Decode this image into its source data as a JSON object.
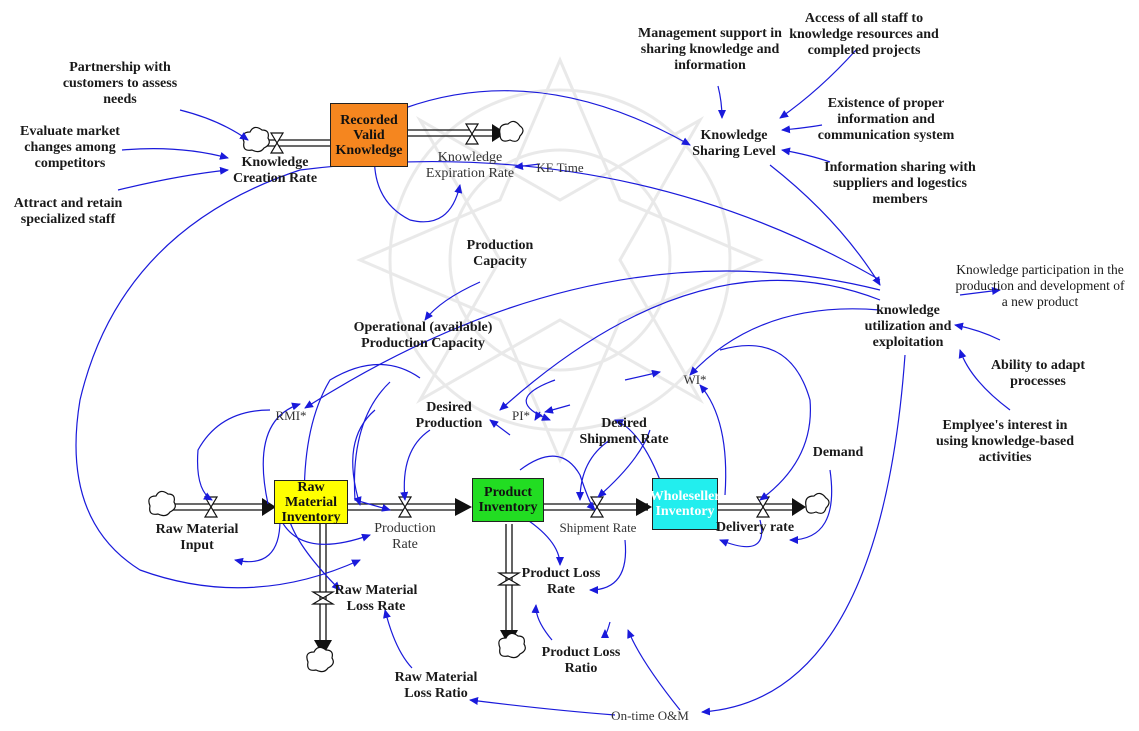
{
  "stocks": {
    "recorded": {
      "label": "Recorded Valid Knowledge",
      "color": "#f5861f"
    },
    "raw": {
      "label": "Raw Material Inventory",
      "color": "#ffff00"
    },
    "product": {
      "label": "Product Inventory",
      "color": "#22dd22"
    },
    "wholeseller": {
      "label": "Wholeseller Inventory",
      "color": "#22eeee"
    }
  },
  "variables": {
    "partnership": "Partnership with customers to assess needs",
    "evaluate_market": "Evaluate market changes among competitors",
    "attract_staff": "Attract and retain specialized staff",
    "knowledge_creation_rate": "Knowledge Creation Rate",
    "knowledge_expiration_rate": "Knowledge Expiration Rate",
    "ke_time": "KE Time",
    "management_support": "Management support in sharing knowledge and information",
    "access_staff": "Access of all staff to knowledge resources and completed projects",
    "knowledge_sharing_level": "Knowledge Sharing Level",
    "existence_info": "Existence of proper information and communication system",
    "info_sharing": "Information sharing with suppliers and logestics members",
    "production_capacity": "Production Capacity",
    "operational_capacity": "Operational (available) Production Capacity",
    "knowledge_participation": "Knowledge participation in the production and development of a new product",
    "knowledge_utilization": "knowledge utilization and exploitation",
    "ability_adapt": "Ability to adapt processes",
    "employee_interest": "Emplyee's interest in using knowledge-based activities",
    "wi": "WI*",
    "rmi": "RMI*",
    "pi": "PI*",
    "desired_production": "Desired Production",
    "desired_shipment": "Desired Shipment Rate",
    "demand": "Demand",
    "raw_material_input": "Raw Material Input",
    "production_rate": "Production Rate",
    "shipment_rate": "Shipment Rate",
    "delivery_rate": "Delivery rate",
    "raw_material_loss_rate": "Raw Material Loss Rate",
    "product_loss_rate": "Product Loss Rate",
    "product_loss_ratio": "Product Loss Ratio",
    "raw_material_loss_ratio": "Raw Material Loss Ratio",
    "ontime_om": "On-time O&M"
  },
  "colors": {
    "link": "#1a1adb",
    "flow": "#111111"
  }
}
